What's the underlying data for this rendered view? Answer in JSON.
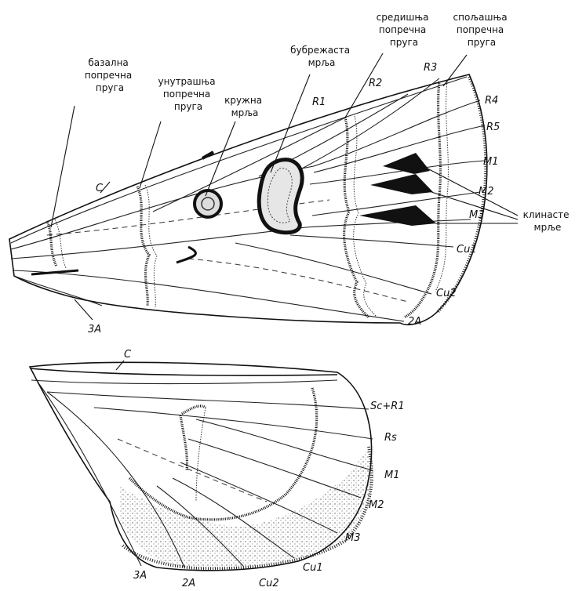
{
  "forewing": {
    "labels": {
      "basal_line": [
        "базална",
        "попречна",
        "пруга"
      ],
      "antemedial_line": [
        "унутрашња",
        "попречна",
        "пруга"
      ],
      "orbicular_spot": [
        "кружна",
        "мрља"
      ],
      "reniform_spot": [
        "бубрежаста",
        "мрља"
      ],
      "median_line": [
        "средишња",
        "попречна",
        "пруга"
      ],
      "postmedial_line": [
        "спољашња",
        "попречна",
        "пруга"
      ],
      "sagittate_spots": [
        "клинасте",
        "мрље"
      ]
    },
    "veins": {
      "c": "C",
      "r1": "R1",
      "r2": "R2",
      "r3": "R3",
      "r4": "R4",
      "r5": "R5",
      "m1": "M1",
      "m2": "M2",
      "m3": "M3",
      "cu1": "Cu1",
      "cu2": "Cu2",
      "a2": "2A",
      "a3": "3A"
    }
  },
  "hindwing": {
    "veins": {
      "c": "C",
      "sc_r1": "Sc+R1",
      "rs": "Rs",
      "m1": "M1",
      "m2": "M2",
      "m3": "M3",
      "cu1": "Cu1",
      "cu2": "Cu2",
      "a2": "2A",
      "a3": "3A"
    }
  }
}
